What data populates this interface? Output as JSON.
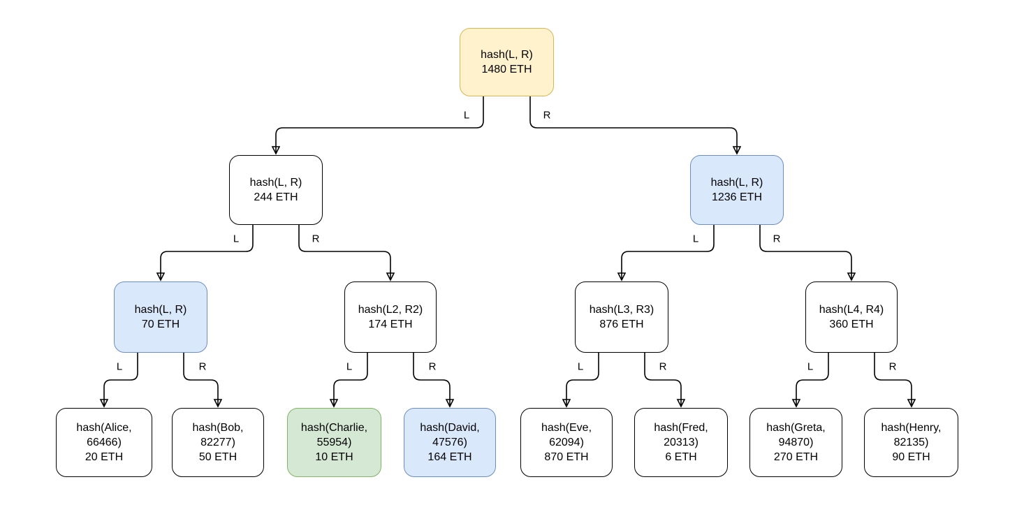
{
  "diagram": {
    "type": "merkle-tree",
    "colors": {
      "root_fill": "#fff2cc",
      "root_border": "#d6b656",
      "highlight_blue_fill": "#dae8fc",
      "highlight_blue_border": "#6c8ebf",
      "highlight_green_fill": "#d5e8d4",
      "highlight_green_border": "#82b366",
      "default_fill": "#ffffff",
      "default_border": "#000000",
      "edge_color": "#000000",
      "background": "#ffffff"
    },
    "nodes": [
      {
        "id": "root",
        "hash": "hash(L, R)",
        "amount": "1480 ETH",
        "style": "yellow"
      },
      {
        "id": "left",
        "hash": "hash(L, R)",
        "amount": "244 ETH",
        "style": "white"
      },
      {
        "id": "right",
        "hash": "hash(L, R)",
        "amount": "1236 ETH",
        "style": "blue"
      },
      {
        "id": "left-left",
        "hash": "hash(L, R)",
        "amount": "70 ETH",
        "style": "blue"
      },
      {
        "id": "left-right",
        "hash": "hash(L2, R2)",
        "amount": "174 ETH",
        "style": "white"
      },
      {
        "id": "right-left",
        "hash": "hash(L3, R3)",
        "amount": "876 ETH",
        "style": "white"
      },
      {
        "id": "right-right",
        "hash": "hash(L4, R4)",
        "amount": "360 ETH",
        "style": "white"
      },
      {
        "id": "leaf-alice",
        "hash": "hash(Alice, 66466)",
        "amount": "20 ETH",
        "style": "white"
      },
      {
        "id": "leaf-bob",
        "hash": "hash(Bob, 82277)",
        "amount": "50 ETH",
        "style": "white"
      },
      {
        "id": "leaf-charlie",
        "hash": "hash(Charlie, 55954)",
        "amount": "10 ETH",
        "style": "green"
      },
      {
        "id": "leaf-david",
        "hash": "hash(David, 47576)",
        "amount": "164 ETH",
        "style": "blue"
      },
      {
        "id": "leaf-eve",
        "hash": "hash(Eve, 62094)",
        "amount": "870 ETH",
        "style": "white"
      },
      {
        "id": "leaf-fred",
        "hash": "hash(Fred, 20313)",
        "amount": "6 ETH",
        "style": "white"
      },
      {
        "id": "leaf-greta",
        "hash": "hash(Greta, 94870)",
        "amount": "270 ETH",
        "style": "white"
      },
      {
        "id": "leaf-henry",
        "hash": "hash(Henry, 82135)",
        "amount": "90 ETH",
        "style": "white"
      }
    ],
    "edges": [
      {
        "from": "root",
        "to": "left",
        "label": "L"
      },
      {
        "from": "root",
        "to": "right",
        "label": "R"
      },
      {
        "from": "left",
        "to": "left-left",
        "label": "L"
      },
      {
        "from": "left",
        "to": "left-right",
        "label": "R"
      },
      {
        "from": "right",
        "to": "right-left",
        "label": "L"
      },
      {
        "from": "right",
        "to": "right-right",
        "label": "R"
      },
      {
        "from": "left-left",
        "to": "leaf-alice",
        "label": "L"
      },
      {
        "from": "left-left",
        "to": "leaf-bob",
        "label": "R"
      },
      {
        "from": "left-right",
        "to": "leaf-charlie",
        "label": "L"
      },
      {
        "from": "left-right",
        "to": "leaf-david",
        "label": "R"
      },
      {
        "from": "right-left",
        "to": "leaf-eve",
        "label": "L"
      },
      {
        "from": "right-left",
        "to": "leaf-fred",
        "label": "R"
      },
      {
        "from": "right-right",
        "to": "leaf-greta",
        "label": "L"
      },
      {
        "from": "right-right",
        "to": "leaf-henry",
        "label": "R"
      }
    ]
  }
}
